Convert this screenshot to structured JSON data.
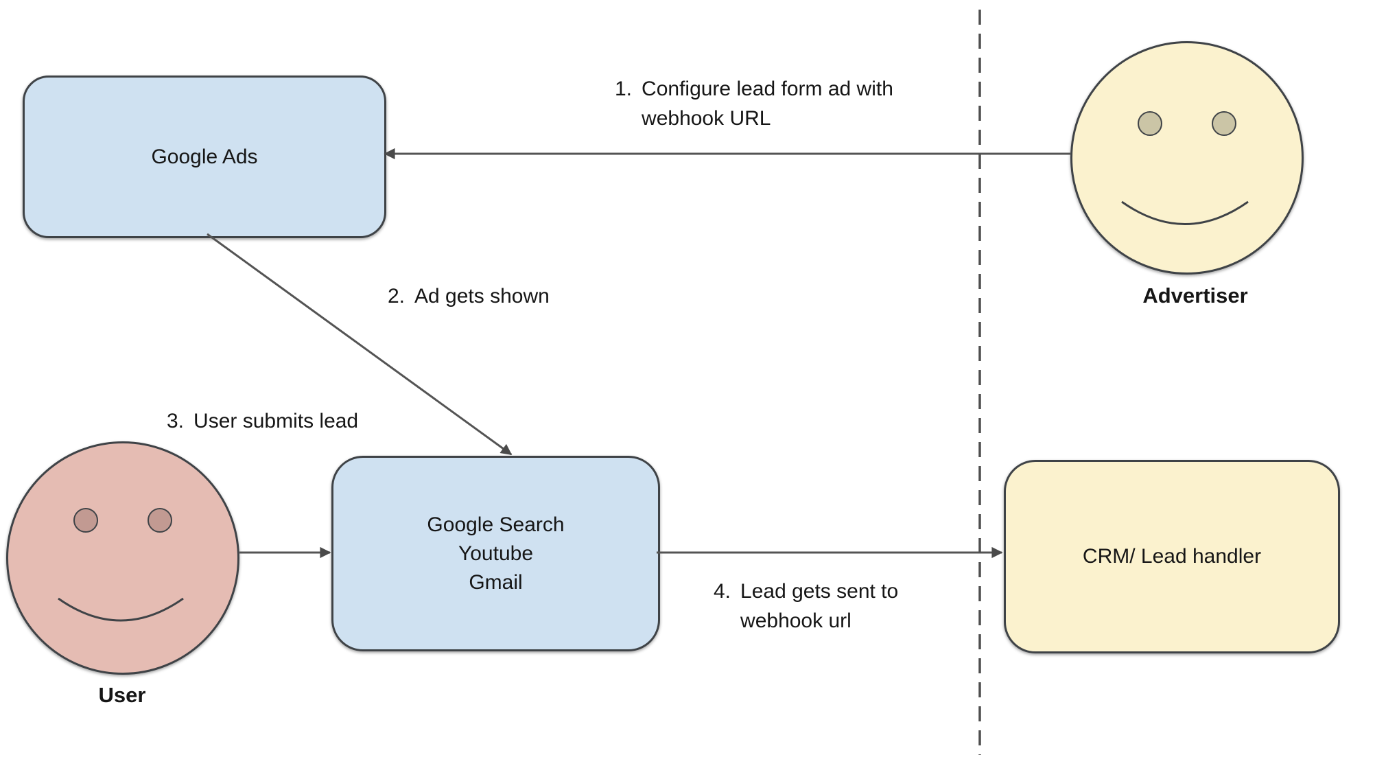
{
  "colors": {
    "node_blue_fill": "#cfe1f1",
    "node_yellow_fill": "#fbf2ce",
    "face_advertiser_fill": "#fbf2ce",
    "face_user_fill": "#e5bcb3",
    "advertiser_eye_fill": "#cbc5a6",
    "user_eye_fill": "#c29a92",
    "shape_stroke": "#3f4347",
    "arrow_stroke": "#545454",
    "dashed_line_stroke": "#4f4f4f",
    "text_color": "#161616"
  },
  "nodes": {
    "google_ads": {
      "label": "Google Ads"
    },
    "google_surfaces": {
      "line1": "Google Search",
      "line2": "Youtube",
      "line3": "Gmail"
    },
    "crm": {
      "label": "CRM/ Lead handler"
    }
  },
  "actors": {
    "advertiser": {
      "label": "Advertiser"
    },
    "user": {
      "label": "User"
    }
  },
  "steps": [
    {
      "num": "1.",
      "line1": "Configure lead form ad with",
      "line2": "webhook URL"
    },
    {
      "num": "2.",
      "line1": "Ad gets shown"
    },
    {
      "num": "3.",
      "line1": "User submits lead"
    },
    {
      "num": "4.",
      "line1": "Lead gets sent to",
      "line2": "webhook url"
    }
  ]
}
